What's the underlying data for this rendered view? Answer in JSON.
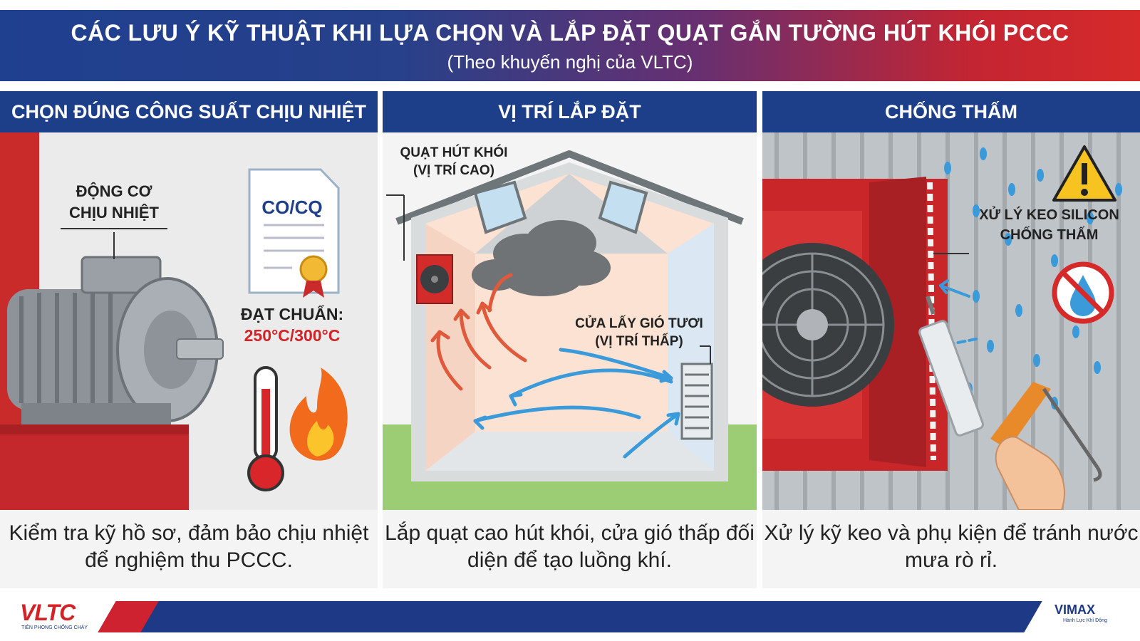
{
  "header": {
    "title": "CÁC LƯU Ý KỸ THUẬT KHI LỰA CHỌN VÀ LẮP ĐẶT QUẠT GẮN TƯỜNG HÚT KHÓI PCCC",
    "subtitle": "(Theo khuyến nghị của VLTC)"
  },
  "panels": [
    {
      "title": "CHỌN ĐÚNG CÔNG SUẤT CHỊU NHIỆT",
      "labels": {
        "motor": "ĐỘNG CƠ\nCHỊU NHIỆT",
        "doc": "CO/CQ",
        "standard": "ĐẠT CHUẨN:",
        "temp": "250°C/300°C"
      },
      "caption": "Kiểm tra kỹ hồ sơ, đảm bảo chịu nhiệt để nghiệm thu PCCC."
    },
    {
      "title": "VỊ TRÍ LẮP ĐẶT",
      "labels": {
        "fan": "QUẠT HÚT KHÓI\n(VỊ TRÍ CAO)",
        "vent": "CỬA LẤY GIÓ TƯƠI\n(VỊ TRÍ THẤP)"
      },
      "caption": "Lắp quạt cao hút khói, cửa gió thấp đối diện để tạo luồng khí."
    },
    {
      "title": "CHỐNG THẤM",
      "labels": {
        "silicon": "XỬ LÝ KEO SILICON\nCHỐNG THẤM"
      },
      "caption": "Xử lý kỹ keo và phụ kiện để tránh nước mưa rò rỉ."
    }
  ],
  "footer": {
    "left_logo": "VLTC",
    "left_logo_sub": "TIÊN PHONG CHỐNG CHÁY",
    "right_logo": "VIMAX",
    "right_logo_sub": "Hành Lực Khí Động"
  },
  "colors": {
    "header_start": "#1f3f8a",
    "header_end": "#d62a2a",
    "panel_title": "#1d3f8a",
    "accent_red": "#cf2230",
    "airflow_blue": "#3b9ad9",
    "airflow_red": "#e05a3a"
  }
}
